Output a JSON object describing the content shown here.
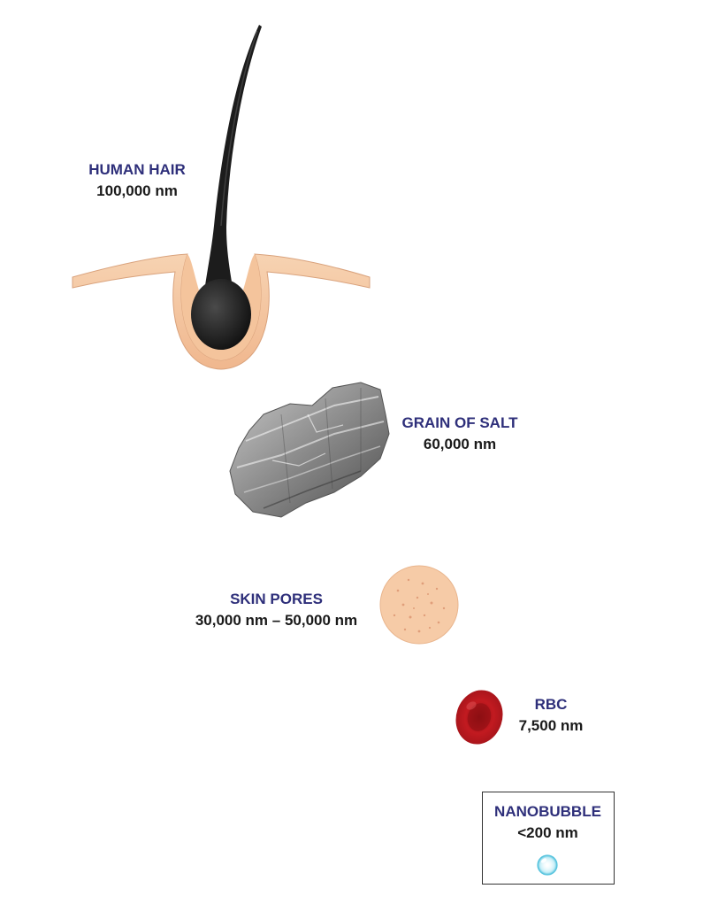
{
  "items": [
    {
      "id": "hair",
      "name": "HUMAN HAIR",
      "size": "100,000 nm",
      "icon": "hair-follicle-icon"
    },
    {
      "id": "salt",
      "name": "GRAIN OF SALT",
      "size": "60,000 nm",
      "icon": "salt-crystal-icon"
    },
    {
      "id": "pores",
      "name": "SKIN PORES",
      "size": "30,000 nm – 50,000 nm",
      "icon": "skin-pore-disc-icon"
    },
    {
      "id": "rbc",
      "name": "RBC",
      "size": "7,500 nm",
      "icon": "red-blood-cell-icon"
    },
    {
      "id": "nanobubble",
      "name": "NANOBUBBLE",
      "size": "<200 nm",
      "icon": "bubble-icon"
    }
  ],
  "colors": {
    "label_name": "#2e2f7a",
    "label_size": "#1a1a1a",
    "skin": "#f5c9a4",
    "hair": "#1c1c1c",
    "rbc": "#b0161c"
  }
}
